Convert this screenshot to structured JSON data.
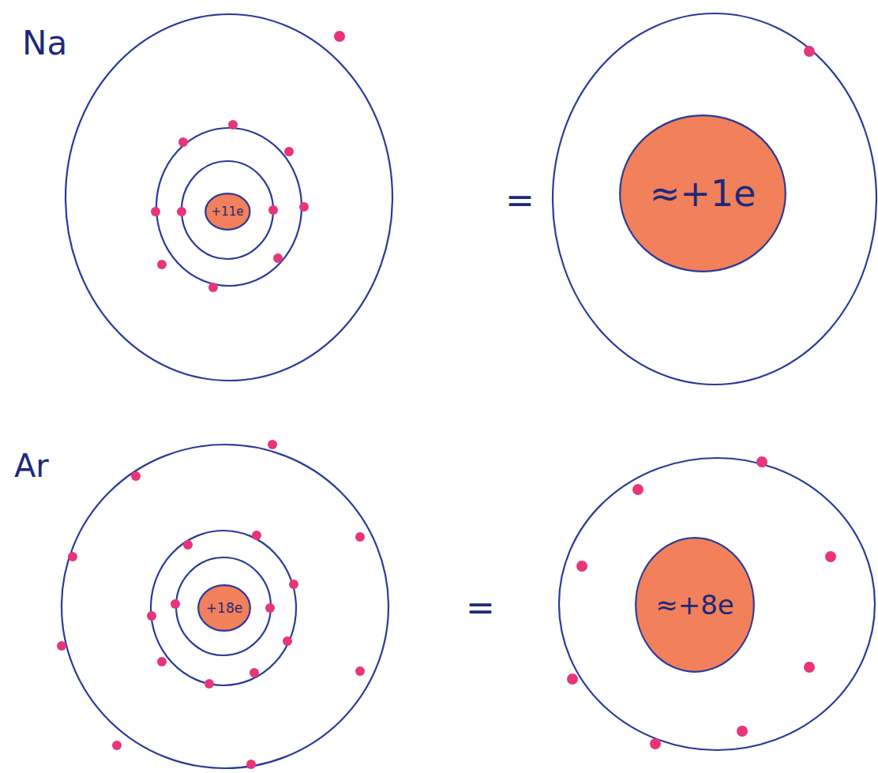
{
  "diagram": {
    "nodes": [
      {
        "text": [
          "+11e"
        ]
      },
      {
        "text": [
          "≈+1e"
        ]
      },
      {
        "text": [
          "+18e"
        ]
      },
      {
        "text": [
          "≈+8e"
        ]
      }
    ],
    "labels": [
      "Na",
      "=",
      "Ar",
      "="
    ]
  }
}
